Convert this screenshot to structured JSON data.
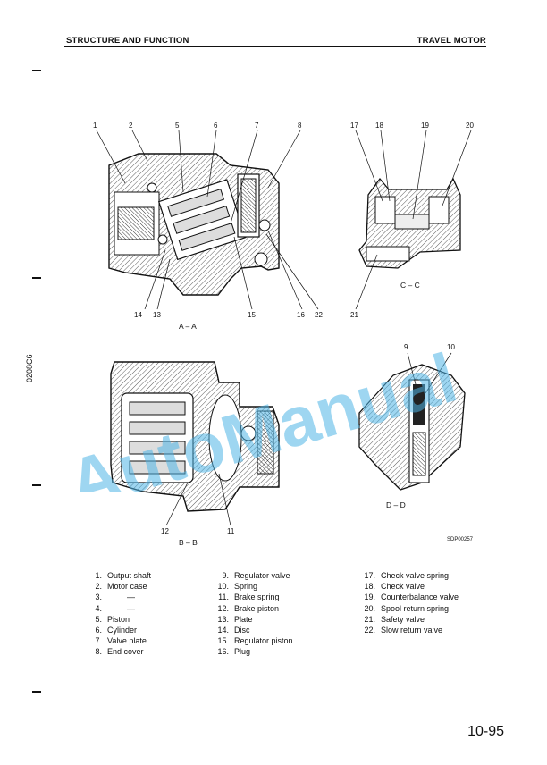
{
  "header": {
    "left": "STRUCTURE AND FUNCTION",
    "right": "TRAVEL MOTOR"
  },
  "side_code": "0208C6",
  "watermark": "AutoManual",
  "figure": {
    "callouts_aa_top": [
      "1",
      "2",
      "5",
      "6",
      "7",
      "8"
    ],
    "callouts_aa_bottom": [
      "14",
      "13",
      "15",
      "16",
      "22"
    ],
    "callouts_cc_top": [
      "17",
      "18",
      "19",
      "20"
    ],
    "callouts_cc_bottom": [
      "21"
    ],
    "callouts_bb": [
      "12",
      "11"
    ],
    "callouts_dd": [
      "9",
      "10"
    ],
    "section_aa": "A – A",
    "section_cc": "C – C",
    "section_bb": "B – B",
    "section_dd": "D – D",
    "drawing_code": "SDP00257"
  },
  "legend": {
    "col1": [
      {
        "num": "1.",
        "text": "Output shaft"
      },
      {
        "num": "2.",
        "text": "Motor case"
      },
      {
        "num": "3.",
        "text": "—"
      },
      {
        "num": "4.",
        "text": "—"
      },
      {
        "num": "5.",
        "text": "Piston"
      },
      {
        "num": "6.",
        "text": "Cylinder"
      },
      {
        "num": "7.",
        "text": "Valve plate"
      },
      {
        "num": "8.",
        "text": "End cover"
      }
    ],
    "col2": [
      {
        "num": "9.",
        "text": "Regulator valve"
      },
      {
        "num": "10.",
        "text": "Spring"
      },
      {
        "num": "11.",
        "text": "Brake spring"
      },
      {
        "num": "12.",
        "text": "Brake piston"
      },
      {
        "num": "13.",
        "text": "Plate"
      },
      {
        "num": "14.",
        "text": "Disc"
      },
      {
        "num": "15.",
        "text": "Regulator piston"
      },
      {
        "num": "16.",
        "text": "Plug"
      }
    ],
    "col3": [
      {
        "num": "17.",
        "text": "Check valve spring"
      },
      {
        "num": "18.",
        "text": "Check valve"
      },
      {
        "num": "19.",
        "text": "Counterbalance valve"
      },
      {
        "num": "20.",
        "text": "Spool return spring"
      },
      {
        "num": "21.",
        "text": "Safety valve"
      },
      {
        "num": "22.",
        "text": "Slow return valve"
      }
    ]
  },
  "page_number": "10-95"
}
